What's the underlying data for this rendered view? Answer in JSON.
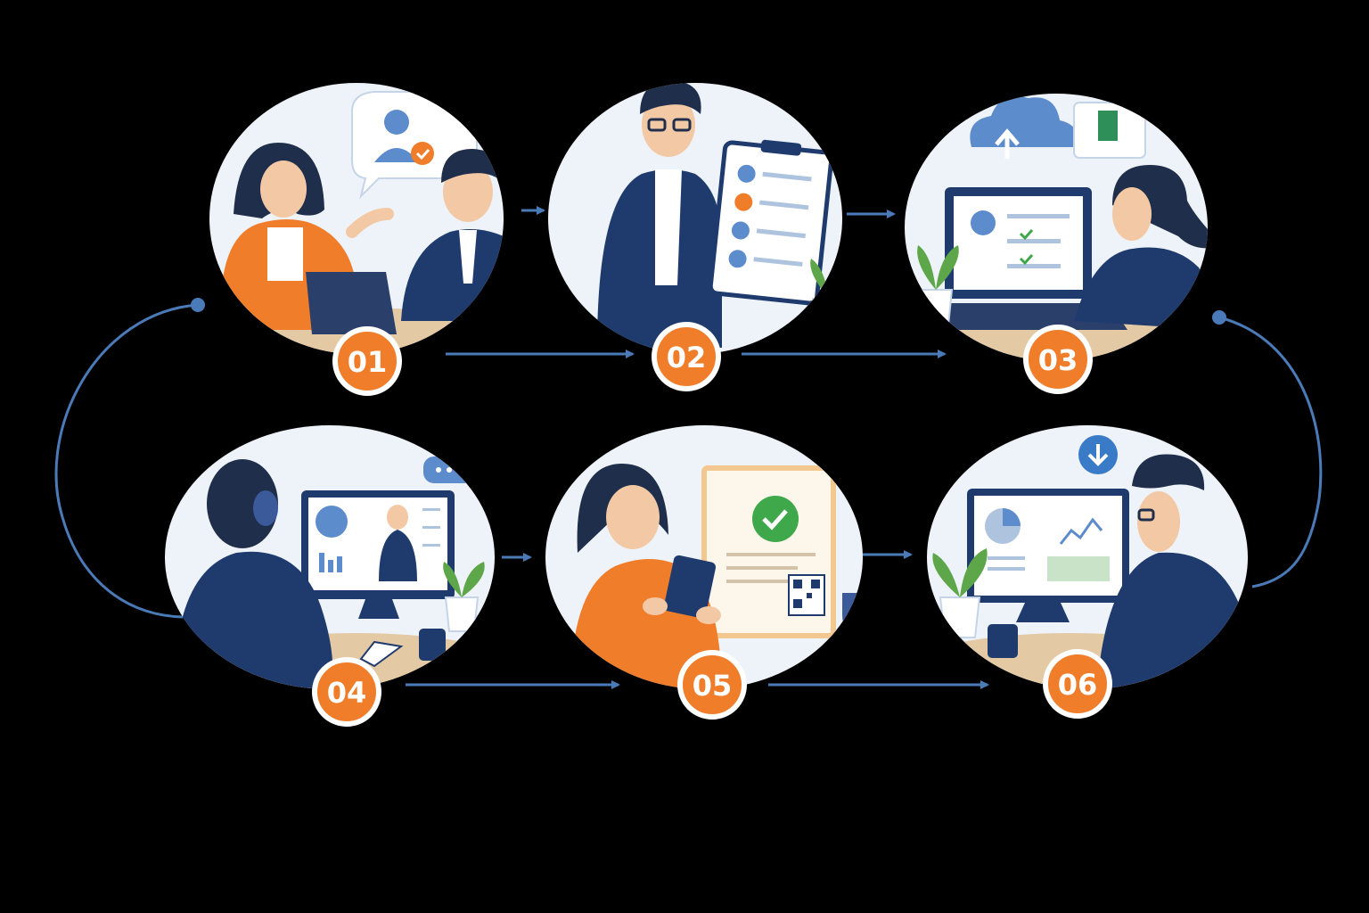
{
  "colors": {
    "background": "#000000",
    "primary_navy": "#1f3b6e",
    "connector_blue": "#4a7bb8",
    "accent_orange": "#f07d2a",
    "badge_text": "#ffffff",
    "check_green": "#3ea84a",
    "scene_bg": "#eef3f9"
  },
  "steps": [
    {
      "number": "01",
      "icon": "consultation-meeting-icon"
    },
    {
      "number": "02",
      "icon": "checklist-presentation-icon"
    },
    {
      "number": "03",
      "icon": "cloud-upload-laptop-icon"
    },
    {
      "number": "04",
      "icon": "video-training-headset-icon"
    },
    {
      "number": "05",
      "icon": "tablet-certificate-approval-icon"
    },
    {
      "number": "06",
      "icon": "analytics-dashboard-download-icon"
    }
  ]
}
